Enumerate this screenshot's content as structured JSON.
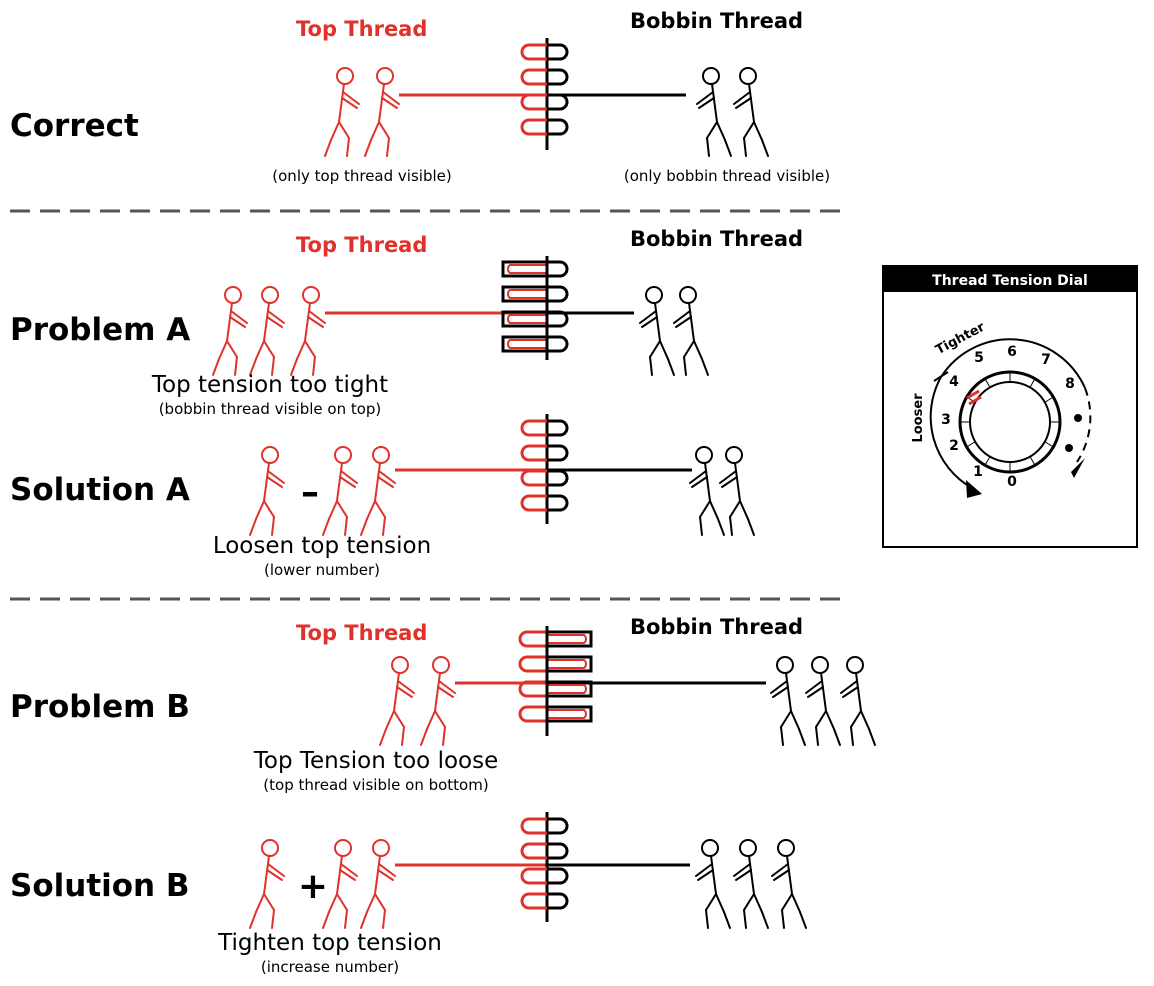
{
  "colors": {
    "top_thread": "#e0312b",
    "bobbin_thread": "#000000",
    "divider": "#555555"
  },
  "sections": {
    "correct": {
      "label": "Correct",
      "top_header": "Top Thread",
      "bobbin_header": "Bobbin Thread",
      "top_note": "(only top thread visible)",
      "bobbin_note": "(only bobbin thread visible)",
      "top_figures": 2,
      "bobbin_figures": 2
    },
    "problem_a": {
      "label": "Problem A",
      "top_header": "Top Thread",
      "bobbin_header": "Bobbin Thread",
      "caption": "Top tension too tight",
      "subcaption": "(bobbin thread visible on top)",
      "top_figures": 3,
      "bobbin_figures": 2
    },
    "solution_a": {
      "label": "Solution A",
      "operator": "–",
      "caption": "Loosen top tension",
      "subcaption": "(lower number)",
      "top_figures": 3,
      "bobbin_figures": 2
    },
    "problem_b": {
      "label": "Problem B",
      "top_header": "Top Thread",
      "bobbin_header": "Bobbin Thread",
      "caption": "Top Tension too loose",
      "subcaption": "(top thread visible on bottom)",
      "top_figures": 2,
      "bobbin_figures": 3
    },
    "solution_b": {
      "label": "Solution B",
      "operator": "+",
      "caption": "Tighten top tension",
      "subcaption": "(increase number)",
      "top_figures": 3,
      "bobbin_figures": 3
    }
  },
  "dial": {
    "title": "Thread Tension Dial",
    "tighter_label": "Tighter",
    "looser_label": "Looser",
    "numbers": [
      "0",
      "1",
      "2",
      "3",
      "4",
      "5",
      "6",
      "7",
      "8"
    ]
  }
}
